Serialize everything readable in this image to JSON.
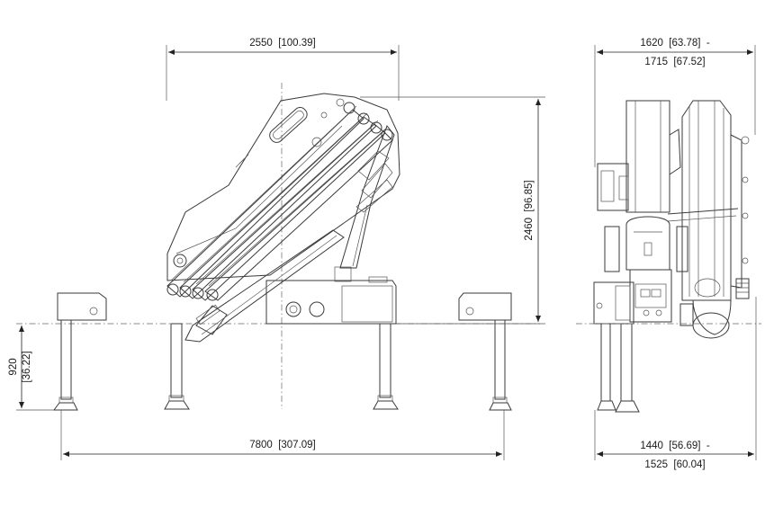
{
  "dimensions": {
    "side_width": "2550  [100.39]",
    "height": "2460  [96.85]",
    "leg_height_mm": "920",
    "leg_height_in": "[36.22]",
    "outrigger_span": "7800  [307.09]",
    "front_width_top_line1": "1620  [63.78]  -",
    "front_width_top_line2": "1715  [67.52]",
    "front_width_bottom_line1": "1440  [56.69]  -",
    "front_width_bottom_line2": "1525  [60.04]"
  },
  "colors": {
    "line": "#3a3a3a",
    "text": "#1a1a1a",
    "background": "#ffffff"
  }
}
